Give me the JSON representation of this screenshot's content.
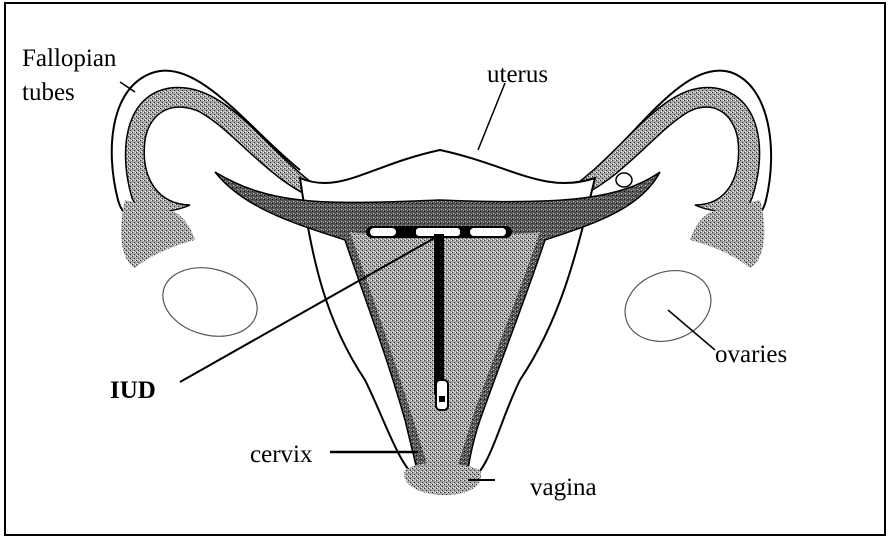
{
  "labels": {
    "fallopian_line1": "Fallopian",
    "fallopian_line2": "tubes",
    "uterus": "uterus",
    "iud": "IUD",
    "ovaries": "ovaries",
    "cervix": "cervix",
    "vagina": "vagina"
  },
  "colors": {
    "line": "#000000",
    "fill_dark": "#3a3a3a",
    "fill_mid": "#8c8c8c",
    "fill_light": "#bdbdbd",
    "background": "#ffffff"
  }
}
